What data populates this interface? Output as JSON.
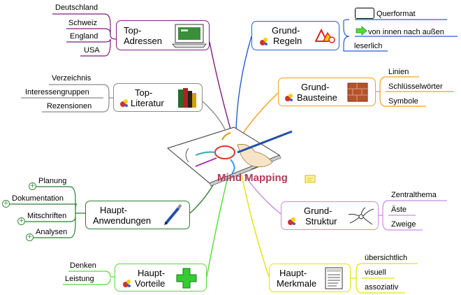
{
  "center": {
    "title": "Mind Mapping"
  },
  "branches": {
    "top_adressen": {
      "title_line1": "Top-",
      "title_line2": "Adressen",
      "color": "#7b1f7b",
      "items": [
        "Deutschland",
        "Schweiz",
        "England",
        "USA"
      ]
    },
    "top_literatur": {
      "title_line1": "Top-",
      "title_line2": "Literatur",
      "color": "#7a7a7a",
      "items": [
        "Verzeichnis",
        "Interessengruppen",
        "Rezensionen"
      ]
    },
    "haupt_anwendungen": {
      "title_line1": "Haupt-",
      "title_line2": "Anwendungen",
      "color": "#2e7d2e",
      "items": [
        "Planung",
        "Dokumentation",
        "Mitschriften",
        "Analysen"
      ]
    },
    "haupt_vorteile": {
      "title_line1": "Haupt-",
      "title_line2": "Vorteile",
      "color": "#55dd33",
      "items": [
        "Denken",
        "Leistung"
      ]
    },
    "grund_regeln": {
      "title_line1": "Grund-",
      "title_line2": "Regeln",
      "color": "#2a5bd7",
      "items": [
        "Querformat",
        "von innen nach außen",
        "leserlich"
      ]
    },
    "grund_bausteine": {
      "title_line1": "Grund-",
      "title_line2": "Bausteine",
      "color": "#f0a020",
      "items": [
        "Linien",
        "Schlüsselwörter",
        "Symbole"
      ]
    },
    "grund_struktur": {
      "title_line1": "Grund-",
      "title_line2": "Struktur",
      "color": "#c98be0",
      "items": [
        "Zentralthema",
        "Äste",
        "Zweige"
      ]
    },
    "haupt_merkmale": {
      "title_line1": "Haupt-",
      "title_line2": "Merkmale",
      "color": "#e8e000",
      "items": [
        "übersichtlich",
        "visuell",
        "assoziativ"
      ]
    }
  },
  "icons": [
    "computer-icon",
    "books-icon",
    "pen-icon",
    "green-cross-icon",
    "warning-signs-icon",
    "brick-icon",
    "tree-structure-icon",
    "document-icon",
    "hand-drawing-icon",
    "note-icon",
    "green-arrow-icon",
    "mindmap-link-icon"
  ]
}
